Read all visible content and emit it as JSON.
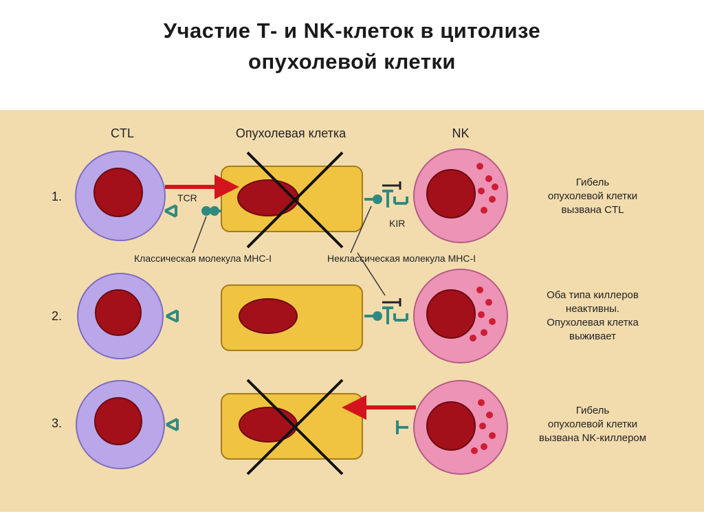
{
  "title": {
    "line1": "Участие Т- и NK-клеток в цитолизе",
    "line2": "опухолевой клетки"
  },
  "diagram": {
    "column_labels": {
      "ctl": "CTL",
      "tumor": "Опухолевая клетка",
      "nk": "NK"
    },
    "row_numbers": [
      "1.",
      "2.",
      "3."
    ],
    "labels": {
      "tcr": "TCR",
      "kir": "KIR",
      "classic_mhc": "Классическая молекула МНС-I",
      "nonclassic_mhc": "Неклассическая молекула МНС-I"
    },
    "outcomes": [
      {
        "line1": "Гибель",
        "line2": "опухолевой клетки",
        "line3": "вызвана CTL",
        "line4": ""
      },
      {
        "line1": "Оба типа киллеров",
        "line2": "неактивны.",
        "line3": "Опухолевая клетка",
        "line4": "выживает"
      },
      {
        "line1": "Гибель",
        "line2": "опухолевой клетки",
        "line3": "вызвана NK-киллером",
        "line4": ""
      }
    ],
    "colors": {
      "panel": "#f2dcae",
      "ctl_cell": "#b9a7ea",
      "nk_cell": "#ed93b6",
      "tumor_cell": "#f0c441",
      "nucleus": "#a3101a",
      "arrow": "#d4141c",
      "receptor": "#2e8a7e"
    }
  }
}
